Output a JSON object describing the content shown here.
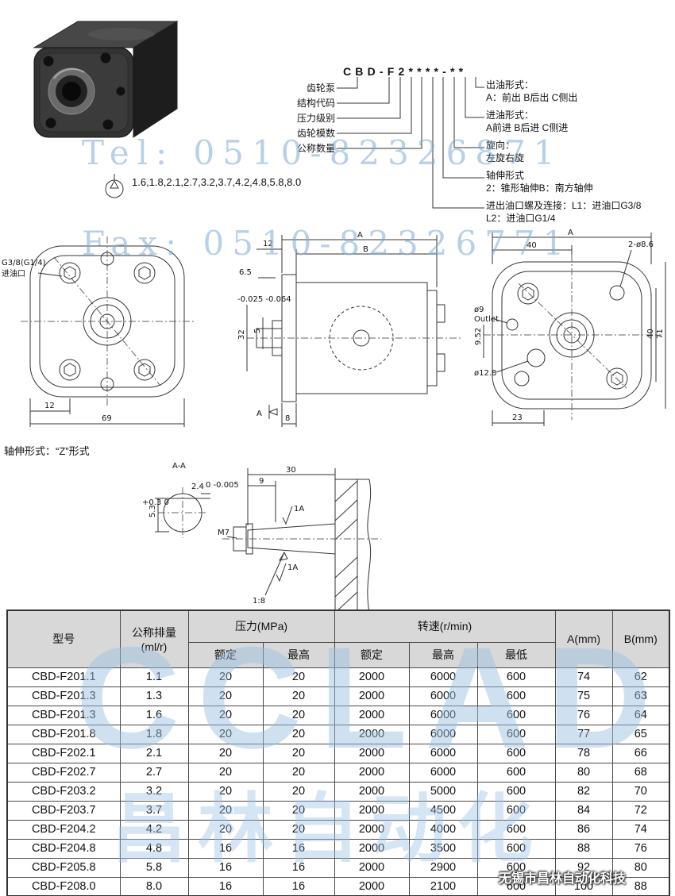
{
  "watermark": {
    "tel": "Tel: 0510-82326871",
    "fax": "Fax: 0510-82326771",
    "logo_latin": "CCLAD",
    "logo_cn": "昌林自动化",
    "footer": "无锡市昌林自动化科技"
  },
  "model_code": {
    "code": "CBD-F2****-**",
    "left_labels": [
      "齿轮泵",
      "结构代码",
      "压力级别",
      "齿轮模数",
      "公称数量"
    ],
    "right_labels": [
      {
        "title": "出油形式：",
        "desc": "A：前出 B后出 C侧出"
      },
      {
        "title": "进油形式：",
        "desc": "A前进 B后进 C侧进"
      },
      {
        "title": "旋向：",
        "desc": "左旋右旋"
      },
      {
        "title": "轴伸形式",
        "desc": "2：锥形轴伸B：南方轴伸"
      },
      {
        "title": "进出油口螺及连接：L1：进油口G3/8",
        "desc": "L2：进油口G1/4"
      }
    ],
    "displacements": "1.6,1.8,2.1,2.7,3.2,3.7,4.2,4.8,5.8,8.0"
  },
  "drawings": {
    "front": {
      "port_line1": "G3/8(G1/4)",
      "port_line2": "进油口",
      "dim_12": "12",
      "dim_69": "69"
    },
    "side": {
      "dim_12": "12",
      "dim_A": "A",
      "dim_B": "B",
      "dim_65": "6.5",
      "dim_32": "32",
      "tol_32": "-0.025 -0.064",
      "dim_5": "5",
      "dim_8": "8",
      "section_A": "A"
    },
    "back": {
      "dim_A": "A",
      "dim_40_top": "40",
      "dim_2_86": "2-ø8.6",
      "dim_9": "ø9",
      "outlet": "Outlet",
      "dim_952": "9.52",
      "dim_128": "ø12.8",
      "dim_23": "23",
      "dim_71": "71",
      "dim_40_right": "40"
    }
  },
  "shaft": {
    "title": "轴伸形式：“Z”形式",
    "section_label": "A-A",
    "dim_24": "2.4",
    "tol_24": "0 -0.005",
    "dim_53": "5.3",
    "tol_53": "+0.3 0",
    "dim_30": "30",
    "dim_9": "9",
    "thread": "M7",
    "rough_top": "1A",
    "rough_bottom": "1A",
    "taper": "1:8"
  },
  "table": {
    "headers": {
      "model": "型号",
      "disp1": "公称排量",
      "disp2": "(ml/r)",
      "pressure": "压力(MPa)",
      "speed": "转速(r/min)",
      "rated": "额定",
      "max": "最高",
      "min": "最低",
      "a": "A(mm)",
      "b": "B(mm)"
    },
    "rows": [
      [
        "CBD-F201.1",
        "1.1",
        "20",
        "20",
        "2000",
        "6000",
        "600",
        "74",
        "62"
      ],
      [
        "CBD-F201.3",
        "1.3",
        "20",
        "20",
        "2000",
        "6000",
        "600",
        "75",
        "63"
      ],
      [
        "CBD-F201.3",
        "1.6",
        "20",
        "20",
        "2000",
        "6000",
        "600",
        "76",
        "64"
      ],
      [
        "CBD-F201.8",
        "1.8",
        "20",
        "20",
        "2000",
        "6000",
        "600",
        "77",
        "65"
      ],
      [
        "CBD-F202.1",
        "2.1",
        "20",
        "20",
        "2000",
        "6000",
        "600",
        "78",
        "66"
      ],
      [
        "CBD-F202.7",
        "2.7",
        "20",
        "20",
        "2000",
        "6000",
        "600",
        "80",
        "68"
      ],
      [
        "CBD-F203.2",
        "3.2",
        "20",
        "20",
        "2000",
        "5000",
        "600",
        "82",
        "70"
      ],
      [
        "CBD-F203.7",
        "3.7",
        "20",
        "20",
        "2000",
        "4500",
        "600",
        "84",
        "72"
      ],
      [
        "CBD-F204.2",
        "4.2",
        "20",
        "20",
        "2000",
        "4000",
        "600",
        "86",
        "74"
      ],
      [
        "CBD-F204.8",
        "4.8",
        "16",
        "16",
        "2000",
        "3500",
        "600",
        "88",
        "76"
      ],
      [
        "CBD-F205.8",
        "5.8",
        "16",
        "16",
        "2000",
        "2900",
        "600",
        "92",
        "80"
      ],
      [
        "CBD-F208.0",
        "8.0",
        "16",
        "16",
        "2000",
        "2100",
        "600",
        "100",
        "88"
      ]
    ]
  }
}
